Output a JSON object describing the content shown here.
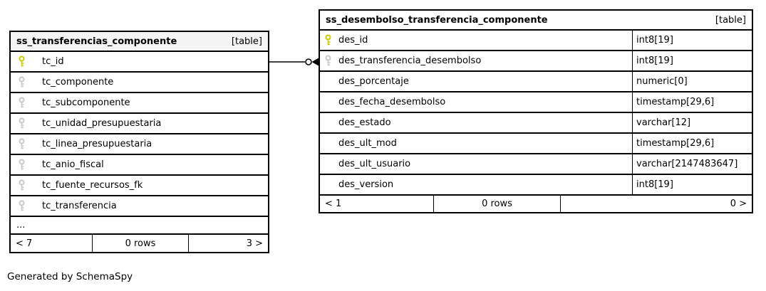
{
  "page": {
    "generated_by": "Generated by SchemaSpy",
    "background": "#ffffff"
  },
  "colors": {
    "primary_key_icon": "#cccc00",
    "foreign_key_icon": "#c9c9c9",
    "border": "#000000",
    "left_header_bg": "#f4f4f4",
    "right_header_bg": "#ffffff"
  },
  "tables": [
    {
      "name": "ss_transferencias_componente",
      "tag": "[table]",
      "show_types": false,
      "columns": [
        {
          "name": "tc_id",
          "key": "primary"
        },
        {
          "name": "tc_componente",
          "key": "foreign"
        },
        {
          "name": "tc_subcomponente",
          "key": "foreign"
        },
        {
          "name": "tc_unidad_presupuestaria",
          "key": "foreign"
        },
        {
          "name": "tc_linea_presupuestaria",
          "key": "foreign"
        },
        {
          "name": "tc_anio_fiscal",
          "key": "foreign"
        },
        {
          "name": "tc_fuente_recursos_fk",
          "key": "foreign"
        },
        {
          "name": "tc_transferencia",
          "key": "foreign"
        }
      ],
      "truncated": "...",
      "footer": {
        "left": "< 7",
        "center": "0 rows",
        "right": "3 >"
      }
    },
    {
      "name": "ss_desembolso_transferencia_componente",
      "tag": "[table]",
      "show_types": true,
      "columns": [
        {
          "name": "des_id",
          "type": "int8[19]",
          "key": "primary"
        },
        {
          "name": "des_transferencia_desembolso",
          "type": "int8[19]",
          "key": "foreign"
        },
        {
          "name": "des_porcentaje",
          "type": "numeric[0]",
          "key": null
        },
        {
          "name": "des_fecha_desembolso",
          "type": "timestamp[29,6]",
          "key": null
        },
        {
          "name": "des_estado",
          "type": "varchar[12]",
          "key": null
        },
        {
          "name": "des_ult_mod",
          "type": "timestamp[29,6]",
          "key": null
        },
        {
          "name": "des_ult_usuario",
          "type": "varchar[2147483647]",
          "key": null
        },
        {
          "name": "des_version",
          "type": "int8[19]",
          "key": null
        }
      ],
      "footer": {
        "left": "< 1",
        "center": "0 rows",
        "right": "0 >"
      }
    }
  ],
  "relationship": {
    "from_table": "ss_transferencias_componente",
    "from_column": "tc_id",
    "to_table": "ss_desembolso_transferencia_componente",
    "to_column": "des_transferencia_desembolso",
    "end_style": "open-circle-filled-arrowhead"
  }
}
